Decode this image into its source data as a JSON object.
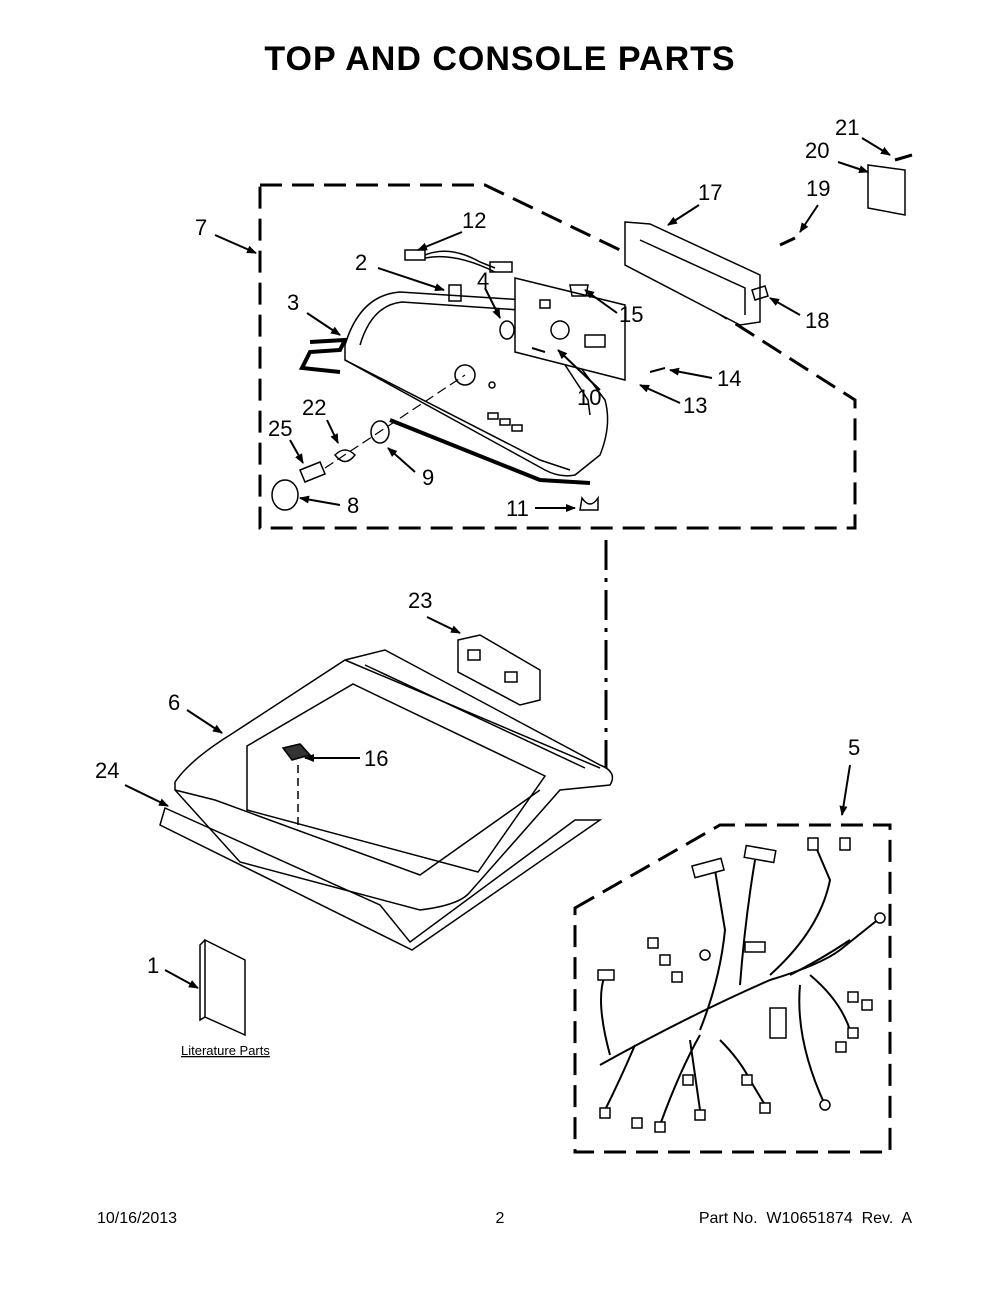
{
  "title": "TOP AND CONSOLE PARTS",
  "callouts": {
    "c1": "1",
    "c2": "2",
    "c3": "3",
    "c4": "4",
    "c5": "5",
    "c6": "6",
    "c7": "7",
    "c8": "8",
    "c9": "9",
    "c10": "10",
    "c11": "11",
    "c12": "12",
    "c13": "13",
    "c14": "14",
    "c15": "15",
    "c16": "16",
    "c17": "17",
    "c18": "18",
    "c19": "19",
    "c20": "20",
    "c21": "21",
    "c22": "22",
    "c23": "23",
    "c24": "24",
    "c25": "25"
  },
  "literature_label": "Literature Parts",
  "footer": {
    "date": "10/16/2013",
    "page": "2",
    "part": "Part No.  W10651874  Rev.  A"
  }
}
